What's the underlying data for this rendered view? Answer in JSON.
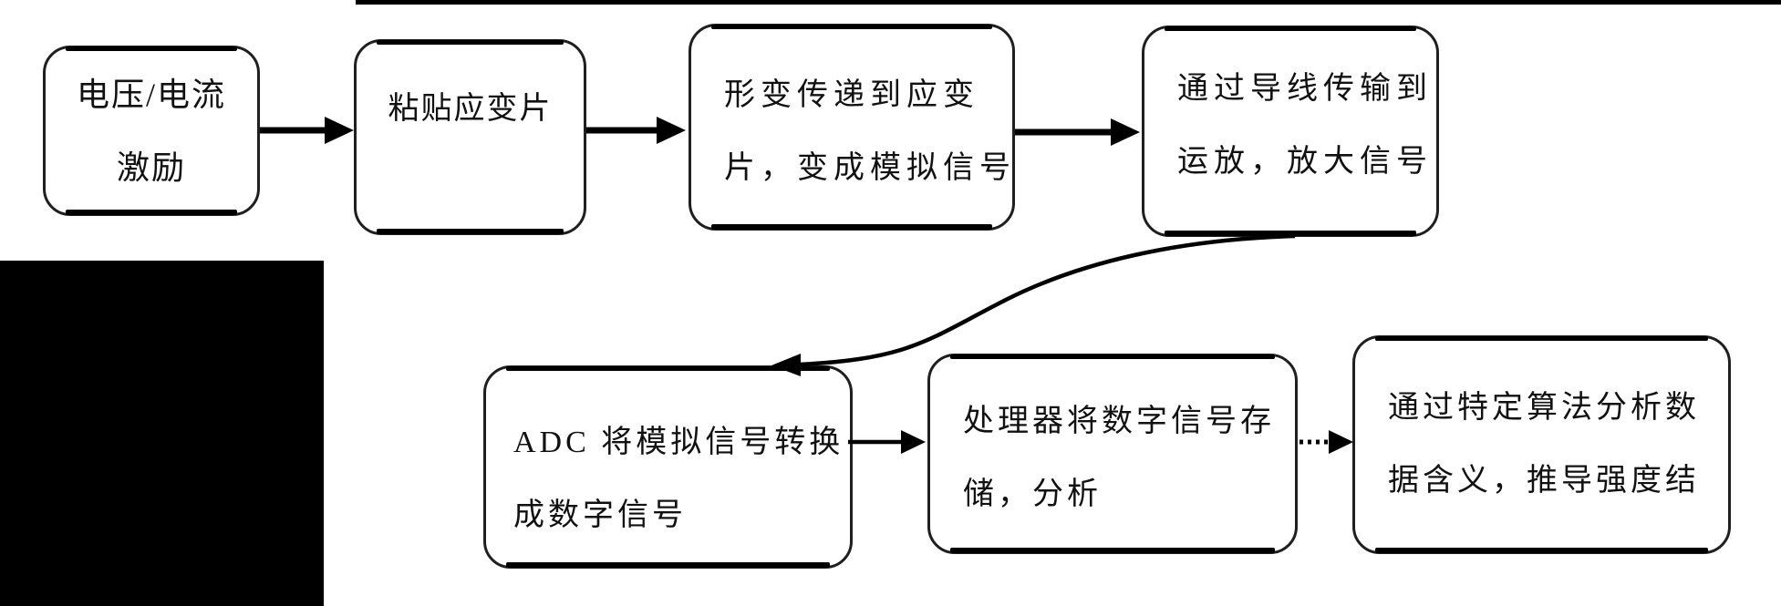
{
  "diagram": {
    "title": "strain-measurement signal flow",
    "nodes": [
      {
        "id": "excitation",
        "lines": [
          "电压/电流",
          "激励"
        ]
      },
      {
        "id": "attach-gauge",
        "lines": [
          "粘贴应变片"
        ]
      },
      {
        "id": "deform-analog",
        "lines": [
          "形变传递到应变",
          "片，变成模拟信号"
        ]
      },
      {
        "id": "wire-opamp",
        "lines": [
          "通过导线传输到",
          "运放，放大信号"
        ]
      },
      {
        "id": "adc-convert",
        "lines": [
          "ADC 将模拟信号转换",
          "成数字信号"
        ]
      },
      {
        "id": "processor",
        "lines": [
          "处理器将数字信号存",
          "储，分析"
        ]
      },
      {
        "id": "algorithm",
        "lines": [
          "通过特定算法分析数",
          "据含义，推导强度结"
        ]
      }
    ],
    "connections": [
      {
        "from": "excitation",
        "to": "attach-gauge",
        "style": "solid-arrow"
      },
      {
        "from": "attach-gauge",
        "to": "deform-analog",
        "style": "solid-arrow"
      },
      {
        "from": "deform-analog",
        "to": "wire-opamp",
        "style": "solid-arrow"
      },
      {
        "from": "wire-opamp",
        "to": "adc-convert",
        "style": "curved-arrow"
      },
      {
        "from": "adc-convert",
        "to": "processor",
        "style": "solid-arrow"
      },
      {
        "from": "processor",
        "to": "algorithm",
        "style": "dotted-arrow"
      }
    ]
  },
  "colors": {
    "line": "#000000",
    "text": "#111111",
    "background": "#ffffff",
    "redaction_block": "#000000"
  }
}
